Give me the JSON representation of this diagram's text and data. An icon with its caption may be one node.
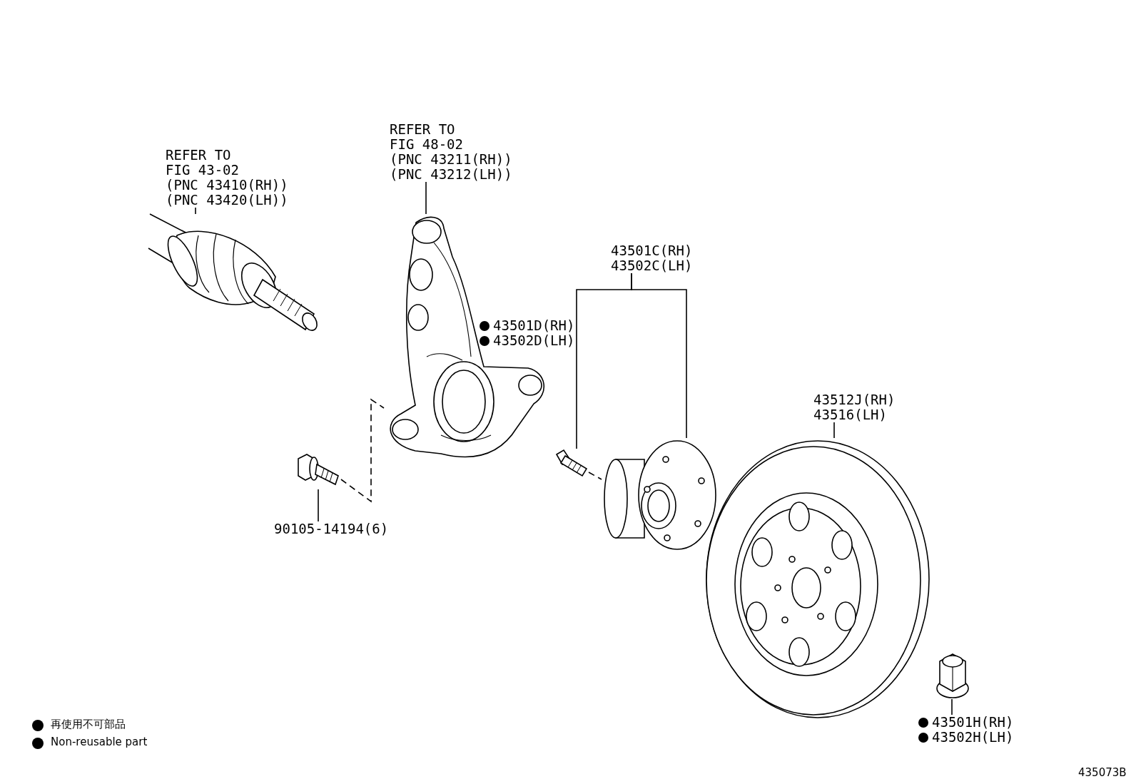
{
  "diagram": {
    "nodes": [
      {
        "text": [
          "REFER TO FIG 43-02",
          "(PNC 43410(RH)) (PNC 43420(LH))"
        ]
      },
      {
        "text": [],
        "shape": "picture"
      },
      {
        "text": [
          "REFER TO FIG 48-02",
          "(PNC 43211(RH)) (PNC 43212(LH))"
        ]
      },
      {
        "text": [],
        "shape": "picture"
      },
      {
        "text": [
          "43501C(RH) 43502C(LH)"
        ]
      },
      {
        "text": [],
        "shape": "picture"
      },
      {
        "text": [],
        "shape": "picture"
      },
      {
        "text": [
          "43512J(RH) 43516(LH)"
        ]
      },
      {
        "text": [],
        "shape": "picture"
      },
      {
        "text": [],
        "shape": "picture"
      },
      {
        "text": [
          "43501H(RH) 43502H(LH)"
        ]
      },
      {
        "text": [
          "90105-14194(6)"
        ]
      },
      {
        "text": [],
        "shape": "picture"
      }
    ],
    "edges": [
      {
        "from": 0,
        "to": 1,
        "arrow": "none"
      },
      {
        "from": 2,
        "to": 3,
        "arrow": "none"
      },
      {
        "from": 4,
        "to": 5,
        "arrow": "none"
      },
      {
        "from": 4,
        "to": 6,
        "arrow": "none"
      },
      {
        "from": 7,
        "to": 8,
        "arrow": "none"
      },
      {
        "from": 10,
        "to": 9,
        "arrow": "none"
      },
      {
        "from": 11,
        "to": 12,
        "arrow": "none"
      },
      {
        "from": 12,
        "to": 3,
        "arrow": "none",
        "style": "dashed"
      },
      {
        "from": 6,
        "to": 5,
        "arrow": "none",
        "style": "dashed"
      }
    ],
    "labels": [
      "43501D(RH) 43502D(LH)",
      "435073B"
    ],
    "legend": [
      {
        "text": "再使用不可部品"
      },
      {
        "text": "Non-reusable part"
      }
    ]
  }
}
